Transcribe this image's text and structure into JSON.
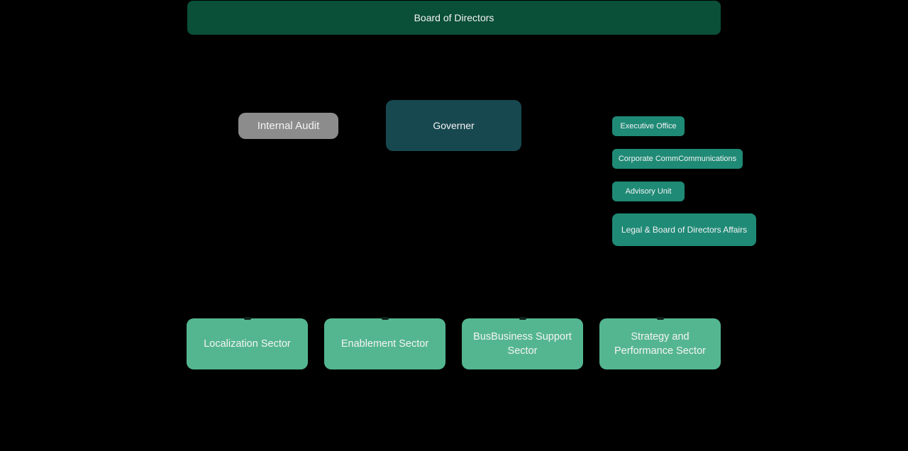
{
  "canvas": {
    "background": "#000000",
    "text_color": "#f4f4f4"
  },
  "nodes": {
    "board": {
      "label": "Board of Directors",
      "color": "#0a4f38"
    },
    "internal_audit": {
      "label": "Internal Audit",
      "color": "#8c8c8c"
    },
    "governer": {
      "label": "Governer",
      "color": "#17484f"
    },
    "side_units": [
      {
        "label": "Executive Office",
        "color": "#1f8a76"
      },
      {
        "label": "Corporate CommCommunications",
        "color": "#1f8a76"
      },
      {
        "label": "Advisory Unit",
        "color": "#1f8a76"
      },
      {
        "label": "Legal & Board of Directors Affairs",
        "color": "#1f8a76"
      }
    ],
    "sectors": [
      {
        "label": "Localization Sector",
        "color": "#54b690"
      },
      {
        "label": "Enablement Sector",
        "color": "#54b690"
      },
      {
        "label": "BusBusiness Support Sector",
        "color": "#54b690"
      },
      {
        "label": "Strategy and Performance Sector",
        "color": "#54b690"
      }
    ]
  }
}
